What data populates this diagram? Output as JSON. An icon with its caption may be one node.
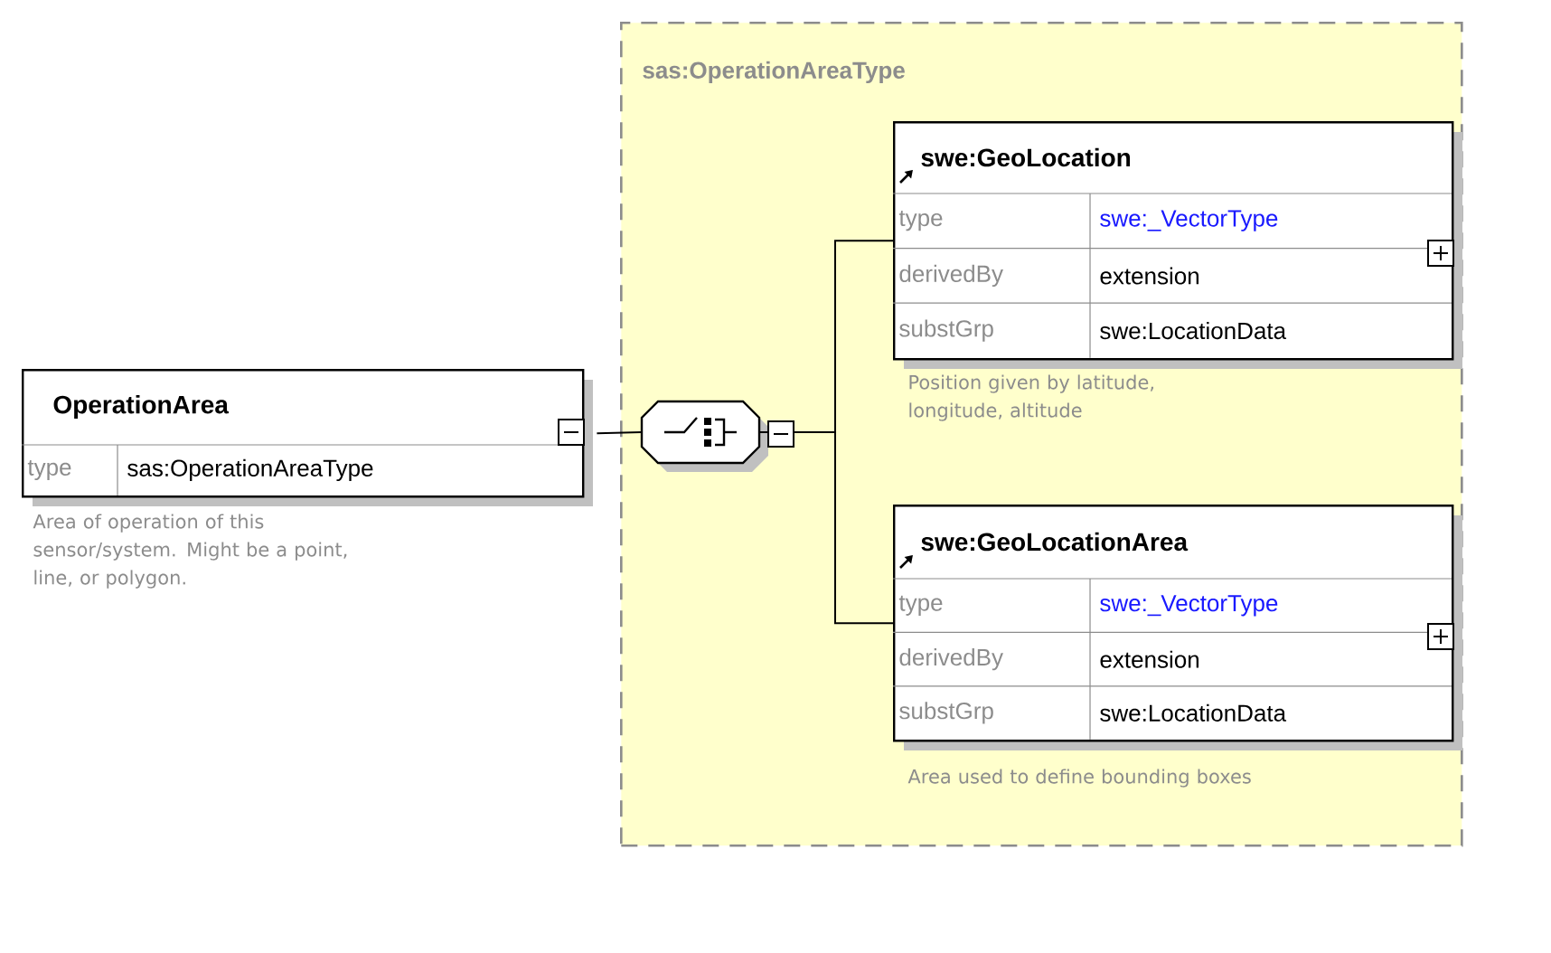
{
  "diagram": {
    "nodes": [
      {
        "text": [
          "OperationArea",
          "type",
          "sas:OperationAreaType"
        ],
        "beside": [
          "Area of operation of this sensor/system. Might be a point, line, or polygon."
        ]
      },
      {
        "text": [
          "sas:OperationAreaType"
        ]
      },
      {
        "text": [],
        "shape": "octagon",
        "in": 1
      },
      {
        "text": [
          "swe:GeoLocation",
          "type",
          "swe:_VectorType",
          "derivedBy",
          "extension",
          "substGrp",
          "swe:LocationData"
        ],
        "beside": [
          "Position given by latitude, longitude, altitude"
        ],
        "in": 1
      },
      {
        "text": [
          "swe:GeoLocationArea",
          "type",
          "swe:_VectorType",
          "derivedBy",
          "extension",
          "substGrp",
          "swe:LocationData"
        ],
        "beside": [
          "Area used to define bounding boxes"
        ],
        "in": 1
      }
    ],
    "edges": [
      {
        "from": 0,
        "to": 2,
        "arrow": "none"
      },
      {
        "from": 2,
        "to": 3,
        "arrow": "none"
      },
      {
        "from": 2,
        "to": 4,
        "arrow": "none"
      }
    ]
  }
}
